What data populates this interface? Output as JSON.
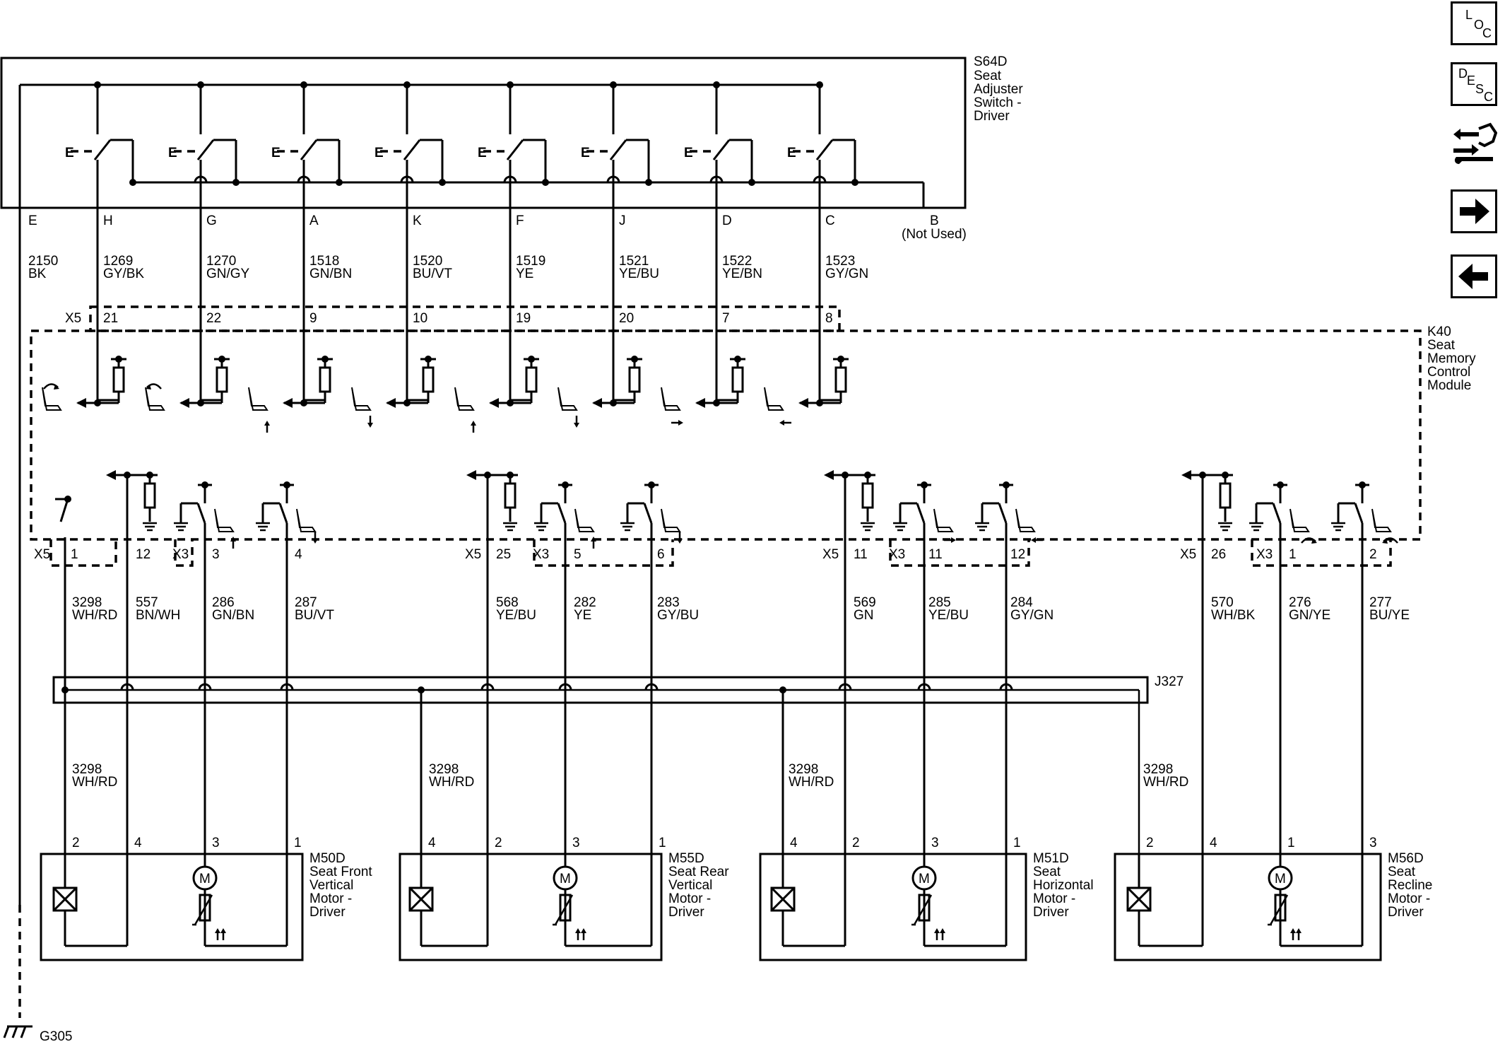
{
  "nav": {
    "loc": {
      "l1": "L",
      "l2": "O",
      "l3": "C"
    },
    "desc": {
      "l1": "D",
      "l2": "E",
      "l3": "S",
      "l4": "C"
    }
  },
  "switch": {
    "name": "S64D",
    "desc": [
      "Seat",
      "Adjuster",
      "Switch -",
      "Driver"
    ],
    "contact_symbol": "E",
    "pins": [
      {
        "pin": "H",
        "circuit": "1269",
        "color": "GY/BK",
        "x5": "21"
      },
      {
        "pin": "G",
        "circuit": "1270",
        "color": "GN/GY",
        "x5": "22"
      },
      {
        "pin": "A",
        "circuit": "1518",
        "color": "GN/BN",
        "x5": "9"
      },
      {
        "pin": "K",
        "circuit": "1520",
        "color": "BU/VT",
        "x5": "10"
      },
      {
        "pin": "F",
        "circuit": "1519",
        "color": "YE",
        "x5": "19"
      },
      {
        "pin": "J",
        "circuit": "1521",
        "color": "YE/BU",
        "x5": "20"
      },
      {
        "pin": "D",
        "circuit": "1522",
        "color": "YE/BN",
        "x5": "7"
      },
      {
        "pin": "C",
        "circuit": "1523",
        "color": "GY/GN",
        "x5": "8"
      }
    ],
    "pin_e": {
      "pin": "E",
      "circuit": "2150",
      "color": "BK"
    },
    "pin_b": {
      "pin": "B",
      "note": "(Not Used)"
    }
  },
  "module": {
    "name": "K40",
    "desc": [
      "Seat",
      "Memory",
      "Control",
      "Module"
    ],
    "connector_x5": "X5",
    "connector_x3": "X3"
  },
  "outputs": {
    "group1": {
      "x5_a": "1",
      "x5_b": "12",
      "x3_a": "3",
      "x3_b": "4",
      "wires": [
        {
          "circuit": "3298",
          "color": "WH/RD"
        },
        {
          "circuit": "557",
          "color": "BN/WH"
        },
        {
          "circuit": "286",
          "color": "GN/BN"
        },
        {
          "circuit": "287",
          "color": "BU/VT"
        }
      ]
    },
    "group2": {
      "x5": "25",
      "x3_a": "5",
      "x3_b": "6",
      "wires": [
        {
          "circuit": "568",
          "color": "YE/BU"
        },
        {
          "circuit": "282",
          "color": "YE"
        },
        {
          "circuit": "283",
          "color": "GY/BU"
        }
      ]
    },
    "group3": {
      "x5": "11",
      "x3_a": "11",
      "x3_b": "12",
      "wires": [
        {
          "circuit": "569",
          "color": "GN"
        },
        {
          "circuit": "285",
          "color": "YE/BU"
        },
        {
          "circuit": "284",
          "color": "GY/GN"
        }
      ]
    },
    "group4": {
      "x5": "26",
      "x3_a": "1",
      "x3_b": "2",
      "wires": [
        {
          "circuit": "570",
          "color": "WH/BK"
        },
        {
          "circuit": "276",
          "color": "GN/YE"
        },
        {
          "circuit": "277",
          "color": "BU/YE"
        }
      ]
    }
  },
  "splice": {
    "name": "J327",
    "circuit": "3298",
    "color": "WH/RD"
  },
  "motors": [
    {
      "name": "M50D",
      "desc": [
        "Seat Front",
        "Vertical",
        "Motor -",
        "Driver"
      ],
      "pins": [
        "2",
        "4",
        "3",
        "1"
      ]
    },
    {
      "name": "M55D",
      "desc": [
        "Seat Rear",
        "Vertical",
        "Motor -",
        "Driver"
      ],
      "pins": [
        "4",
        "2",
        "3",
        "1"
      ]
    },
    {
      "name": "M51D",
      "desc": [
        "Seat",
        "Horizontal",
        "Motor -",
        "Driver"
      ],
      "pins": [
        "4",
        "2",
        "3",
        "1"
      ]
    },
    {
      "name": "M56D",
      "desc": [
        "Seat",
        "Recline",
        "Motor -",
        "Driver"
      ],
      "pins": [
        "2",
        "4",
        "1",
        "3"
      ]
    }
  ],
  "motor_symbol": "M",
  "ground": {
    "name": "G305"
  }
}
